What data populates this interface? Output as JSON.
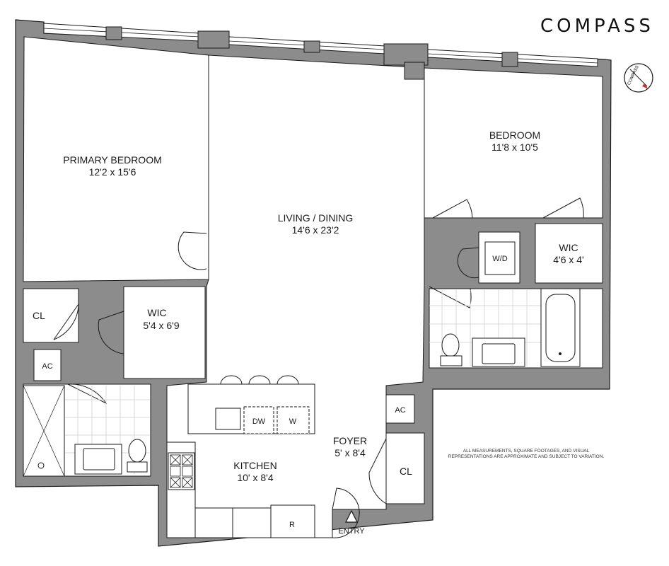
{
  "brand": {
    "logo_text": "COMPASS"
  },
  "compass_rose": {
    "label": "COMPASS"
  },
  "rooms": {
    "primary_bedroom": {
      "name": "PRIMARY BEDROOM",
      "dims": "12'2 x 15'6"
    },
    "living_dining": {
      "name": "LIVING / DINING",
      "dims": "14'6 x 23'2"
    },
    "bedroom": {
      "name": "BEDROOM",
      "dims": "11'8 x 10'5"
    },
    "wic_primary": {
      "name": "WIC",
      "dims": "5'4 x 6'9"
    },
    "wic_bedroom": {
      "name": "WIC",
      "dims": "4'6 x 4'"
    },
    "kitchen": {
      "name": "KITCHEN",
      "dims": "10' x 8'4"
    },
    "foyer": {
      "name": "FOYER",
      "dims": "5' x 8'4"
    }
  },
  "fixtures": {
    "cl_primary": "CL",
    "ac_primary": "AC",
    "wd": "W/D",
    "ac_foyer": "AC",
    "cl_foyer": "CL",
    "dw": "DW",
    "w": "W",
    "r": "R",
    "entry": "ENTRY"
  },
  "disclaimer": {
    "line1": "ALL MEASUREMENTS, SQUARE FOOTAGES, AND VISUAL",
    "line2": "REPRESENTATIONS ARE APPROXIMATE AND SUBJECT TO VARIATION."
  }
}
